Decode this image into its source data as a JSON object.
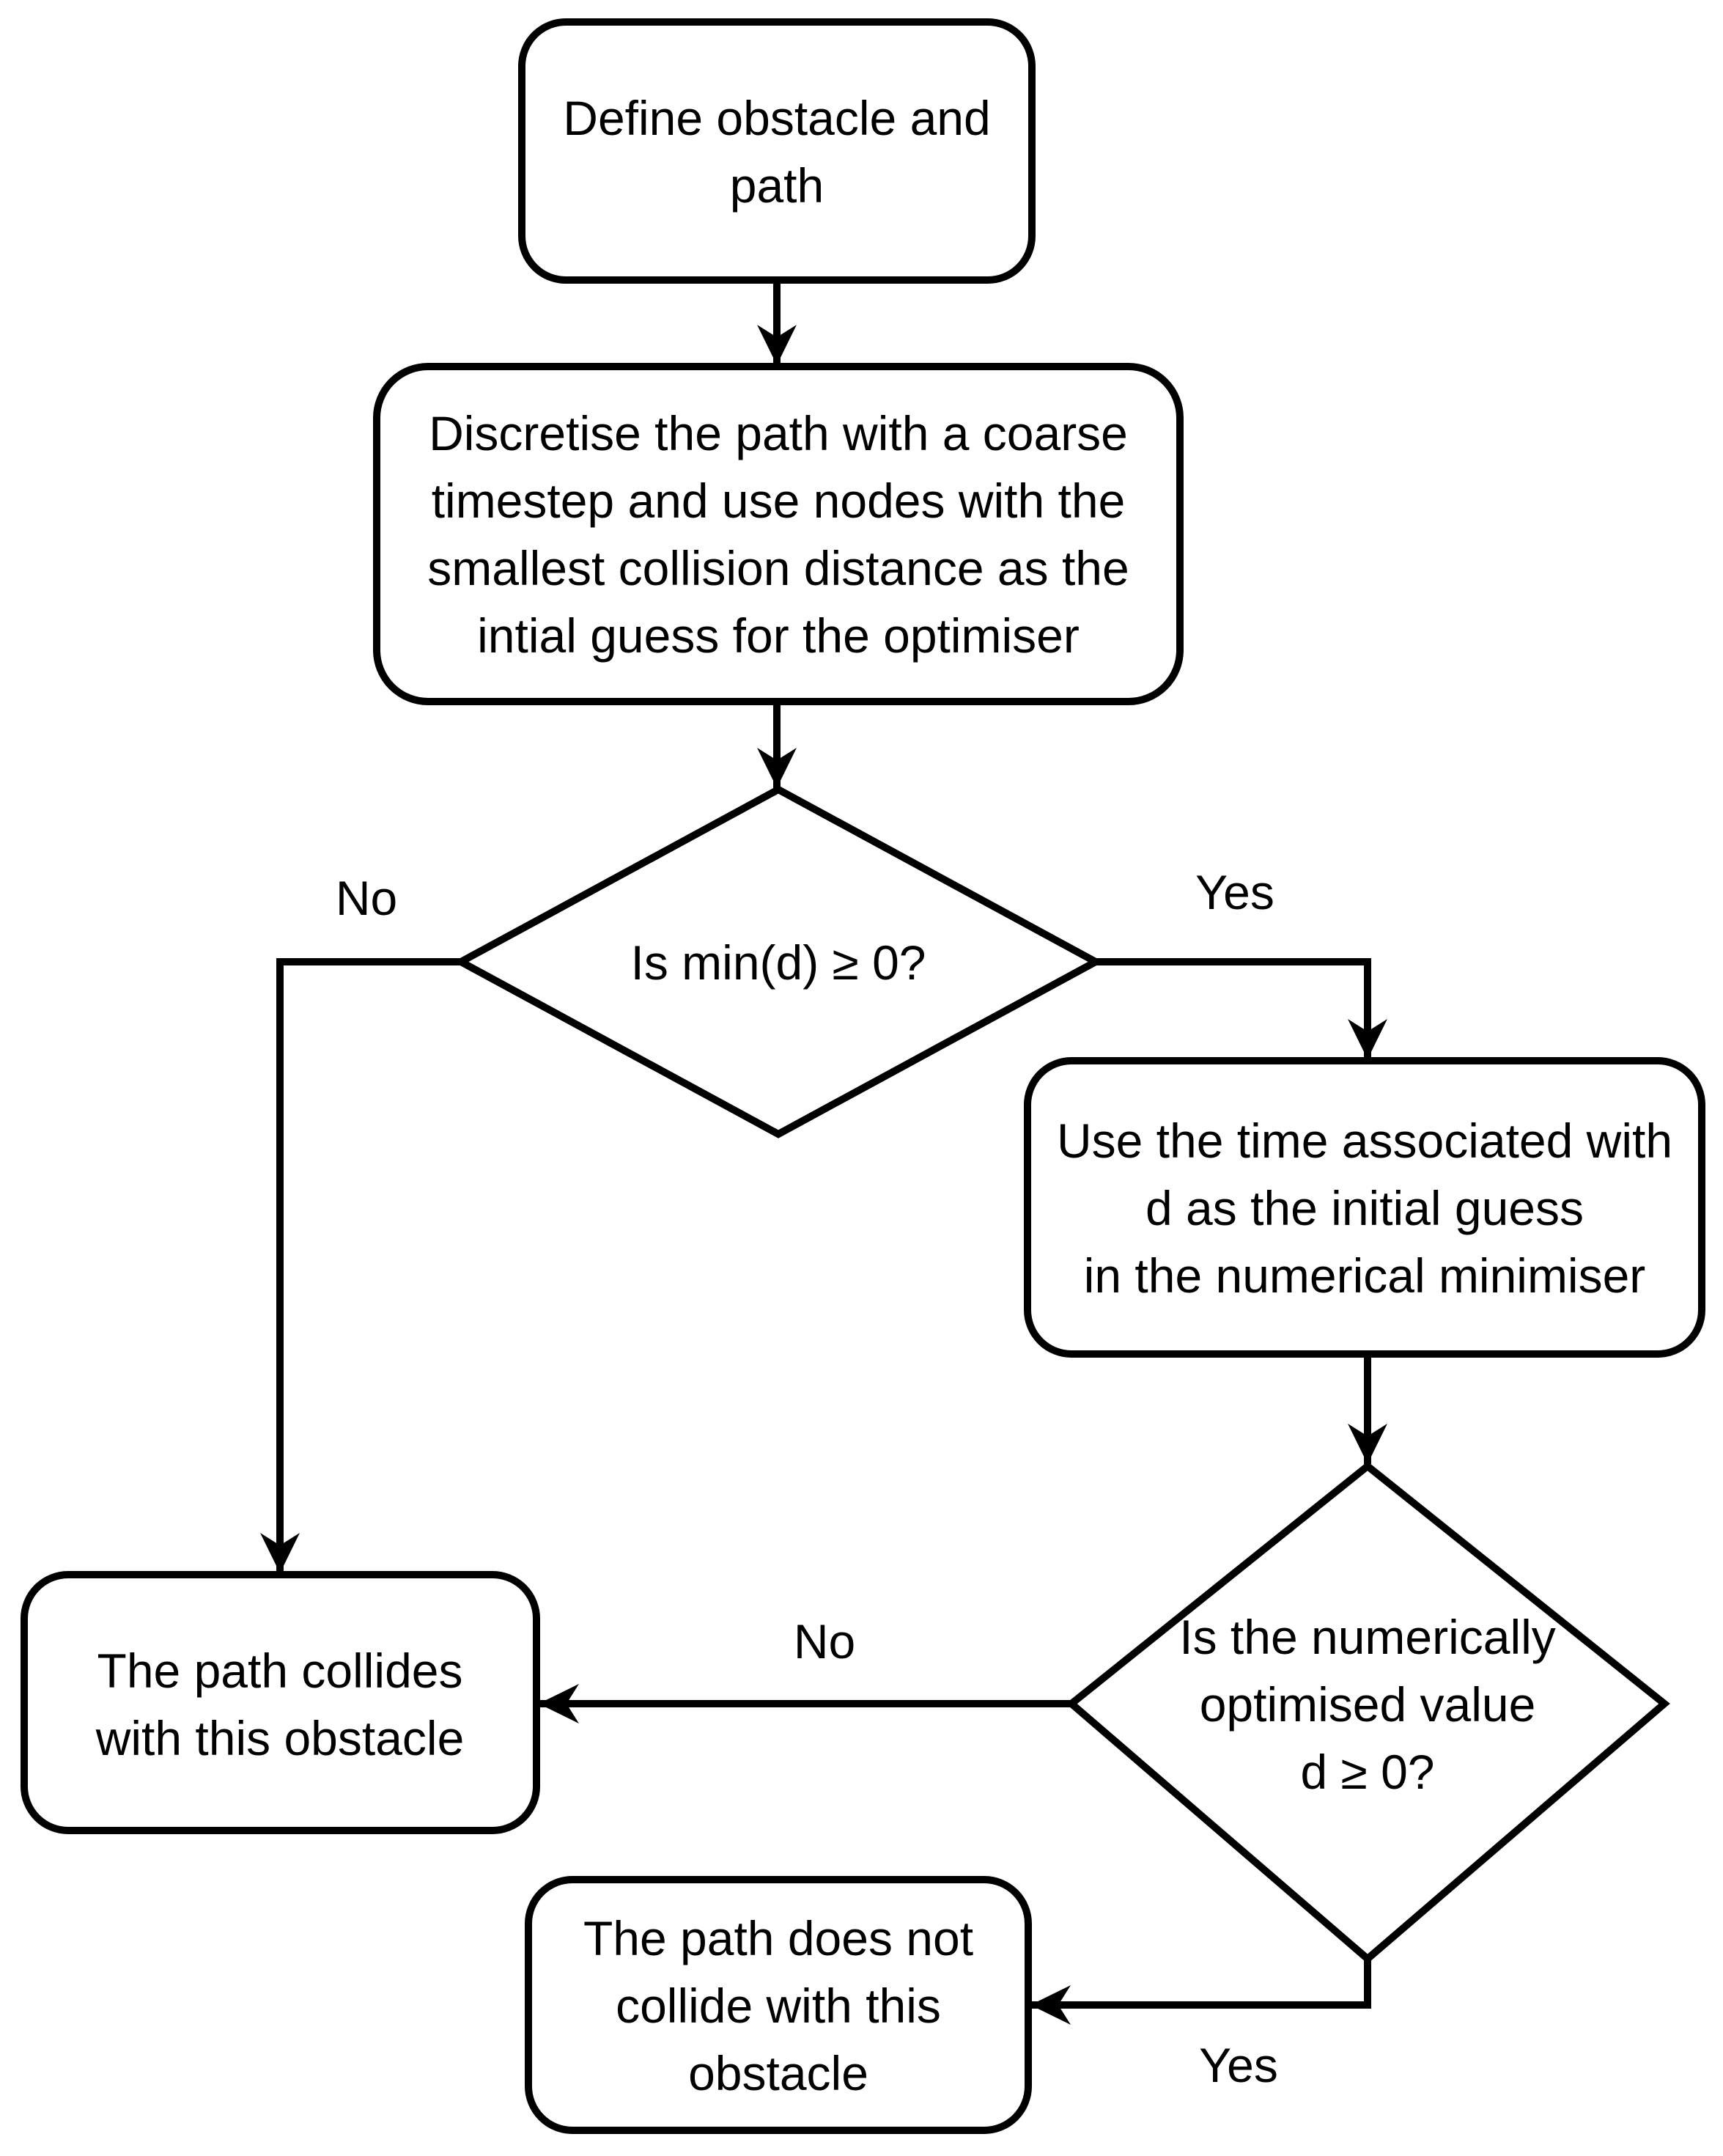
{
  "page": {
    "background": "#ffffff",
    "line_color": "#000000"
  },
  "flowchart": {
    "nodes": {
      "define": {
        "shape": "rounded-rectangle",
        "lines": [
          "Define obstacle and",
          "path"
        ]
      },
      "discretise": {
        "shape": "rounded-rectangle",
        "lines": [
          "Discretise the path with a coarse",
          "timestep and use nodes with the",
          "smallest collision distance as the",
          "intial guess for the optimiser"
        ]
      },
      "min_d_check": {
        "shape": "diamond",
        "lines": [
          "Is min(d) ≥ 0?"
        ]
      },
      "use_time": {
        "shape": "rounded-rectangle",
        "lines": [
          "Use the time associated with",
          "d as the initial guess",
          "in the numerical minimiser"
        ]
      },
      "optimised_check": {
        "shape": "diamond",
        "lines": [
          "Is the numerically",
          "optimised value",
          "d ≥ 0?"
        ]
      },
      "collides": {
        "shape": "rounded-rectangle",
        "lines": [
          "The path collides",
          "with this obstacle"
        ]
      },
      "no_collision": {
        "shape": "rounded-rectangle",
        "lines": [
          "The path does not",
          "collide with this",
          "obstacle"
        ]
      }
    },
    "edges": [
      {
        "from": "define",
        "to": "discretise",
        "label": ""
      },
      {
        "from": "discretise",
        "to": "min_d_check",
        "label": ""
      },
      {
        "from": "min_d_check",
        "to": "collides",
        "label": "No"
      },
      {
        "from": "min_d_check",
        "to": "use_time",
        "label": "Yes"
      },
      {
        "from": "use_time",
        "to": "optimised_check",
        "label": ""
      },
      {
        "from": "optimised_check",
        "to": "collides",
        "label": "No"
      },
      {
        "from": "optimised_check",
        "to": "no_collision",
        "label": "Yes"
      }
    ]
  }
}
